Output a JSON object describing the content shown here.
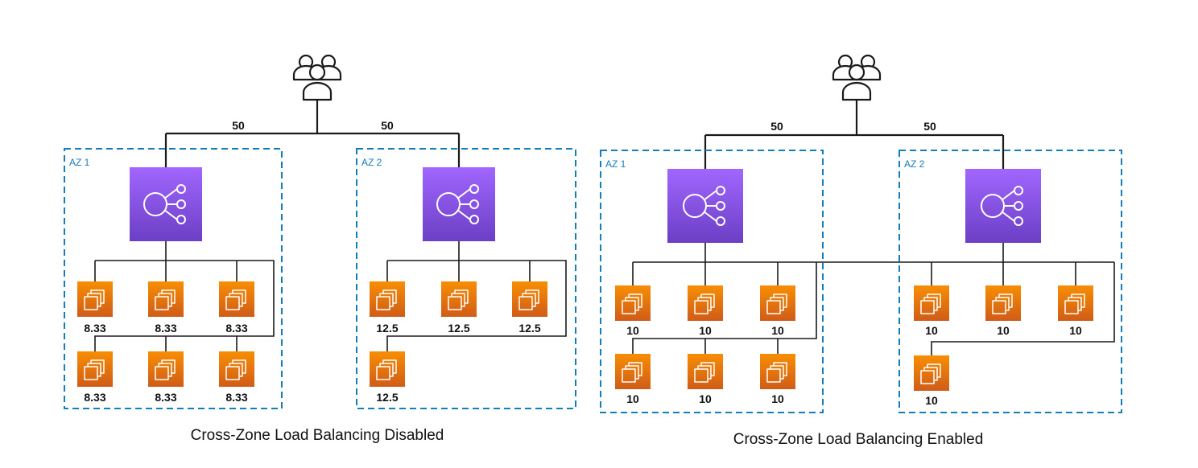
{
  "diagrams": [
    {
      "caption": "Cross-Zone Load Balancing Disabled",
      "traffic_labels": [
        "50",
        "50"
      ],
      "zones": [
        {
          "label": "AZ 1",
          "instance_values": [
            "8.33",
            "8.33",
            "8.33",
            "8.33",
            "8.33",
            "8.33"
          ]
        },
        {
          "label": "AZ 2",
          "instance_values": [
            "12.5",
            "12.5",
            "12.5",
            "12.5"
          ]
        }
      ]
    },
    {
      "caption": "Cross-Zone Load Balancing Enabled",
      "traffic_labels": [
        "50",
        "50"
      ],
      "zones": [
        {
          "label": "AZ 1",
          "instance_values": [
            "10",
            "10",
            "10",
            "10",
            "10",
            "10"
          ]
        },
        {
          "label": "AZ 2",
          "instance_values": [
            "10",
            "10",
            "10",
            "10"
          ]
        }
      ]
    }
  ],
  "icons": {
    "users": "users-group-icon",
    "load_balancer": "load-balancer-icon",
    "instance": "ec2-instance-icon"
  },
  "colors": {
    "az_border": "#147EBA",
    "load_balancer_top": "#A166FF",
    "load_balancer_bottom": "#6B3FC4",
    "instance_top": "#F78E04",
    "instance_bottom": "#D05C17"
  }
}
